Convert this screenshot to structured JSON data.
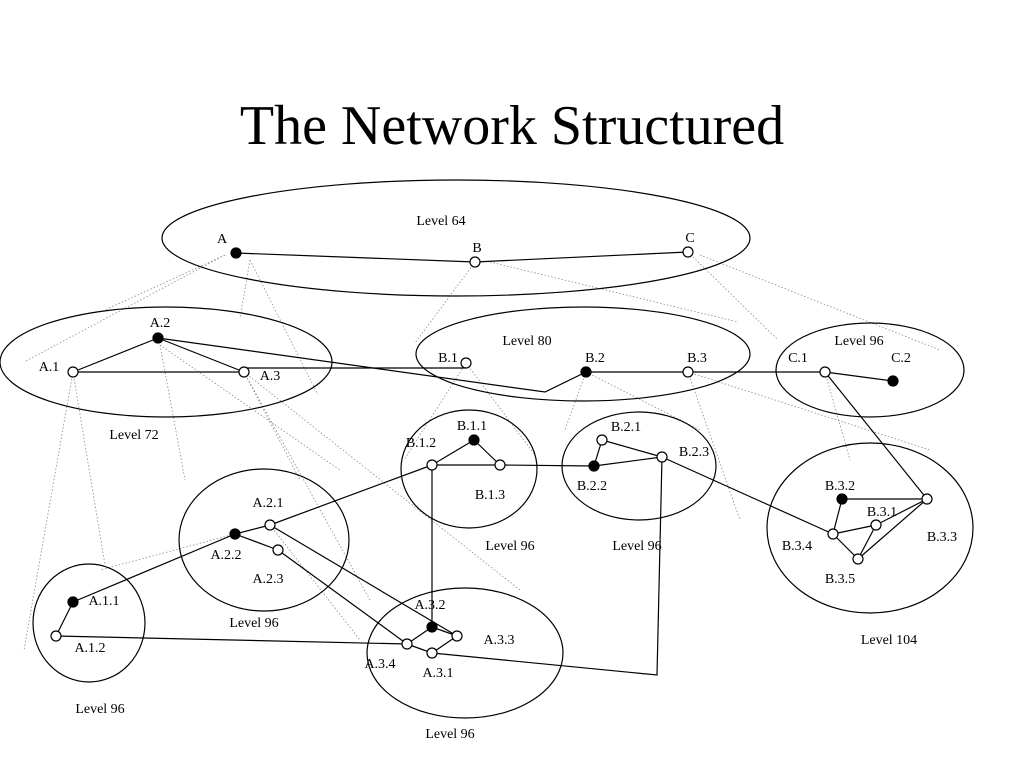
{
  "title": "The Network Structured",
  "regions": [
    {
      "id": "r64",
      "label": "Level 64"
    },
    {
      "id": "r72",
      "label": "Level 72"
    },
    {
      "id": "r80",
      "label": "Level 80"
    },
    {
      "id": "rC",
      "label": "Level 96"
    },
    {
      "id": "rB1",
      "label": "Level 96"
    },
    {
      "id": "rB2",
      "label": "Level 96"
    },
    {
      "id": "rB3",
      "label": "Level 104"
    },
    {
      "id": "rA2",
      "label": "Level 96"
    },
    {
      "id": "rA1",
      "label": "Level 96"
    },
    {
      "id": "rA3",
      "label": "Level 96"
    }
  ],
  "nodes": [
    {
      "id": "A",
      "label": "A",
      "filled": true
    },
    {
      "id": "B",
      "label": "B",
      "filled": false
    },
    {
      "id": "C",
      "label": "C",
      "filled": false
    },
    {
      "id": "A.1",
      "label": "A.1",
      "filled": false
    },
    {
      "id": "A.2",
      "label": "A.2",
      "filled": true
    },
    {
      "id": "A.3",
      "label": "A.3",
      "filled": false
    },
    {
      "id": "B.1",
      "label": "B.1",
      "filled": false
    },
    {
      "id": "B.2",
      "label": "B.2",
      "filled": true
    },
    {
      "id": "B.3",
      "label": "B.3",
      "filled": false
    },
    {
      "id": "C.1",
      "label": "C.1",
      "filled": false
    },
    {
      "id": "C.2",
      "label": "C.2",
      "filled": true
    },
    {
      "id": "B.1.1",
      "label": "B.1.1",
      "filled": true
    },
    {
      "id": "B.1.2",
      "label": "B.1.2",
      "filled": false
    },
    {
      "id": "B.1.3",
      "label": "B.1.3",
      "filled": false
    },
    {
      "id": "B.2.1",
      "label": "B.2.1",
      "filled": false
    },
    {
      "id": "B.2.2",
      "label": "B.2.2",
      "filled": true
    },
    {
      "id": "B.2.3",
      "label": "B.2.3",
      "filled": false
    },
    {
      "id": "B.3.1",
      "label": "B.3.1",
      "filled": false
    },
    {
      "id": "B.3.2",
      "label": "B.3.2",
      "filled": true
    },
    {
      "id": "B.3.3",
      "label": "B.3.3",
      "filled": false
    },
    {
      "id": "B.3.4",
      "label": "B.3.4",
      "filled": false
    },
    {
      "id": "B.3.5",
      "label": "B.3.5",
      "filled": false
    },
    {
      "id": "A.2.1",
      "label": "A.2.1",
      "filled": false
    },
    {
      "id": "A.2.2",
      "label": "A.2.2",
      "filled": true
    },
    {
      "id": "A.2.3",
      "label": "A.2.3",
      "filled": false
    },
    {
      "id": "A.1.1",
      "label": "A.1.1",
      "filled": true
    },
    {
      "id": "A.1.2",
      "label": "A.1.2",
      "filled": false
    },
    {
      "id": "A.3.1",
      "label": "A.3.1",
      "filled": false
    },
    {
      "id": "A.3.2",
      "label": "A.3.2",
      "filled": true
    },
    {
      "id": "A.3.3",
      "label": "A.3.3",
      "filled": false
    },
    {
      "id": "A.3.4",
      "label": "A.3.4",
      "filled": false
    }
  ]
}
